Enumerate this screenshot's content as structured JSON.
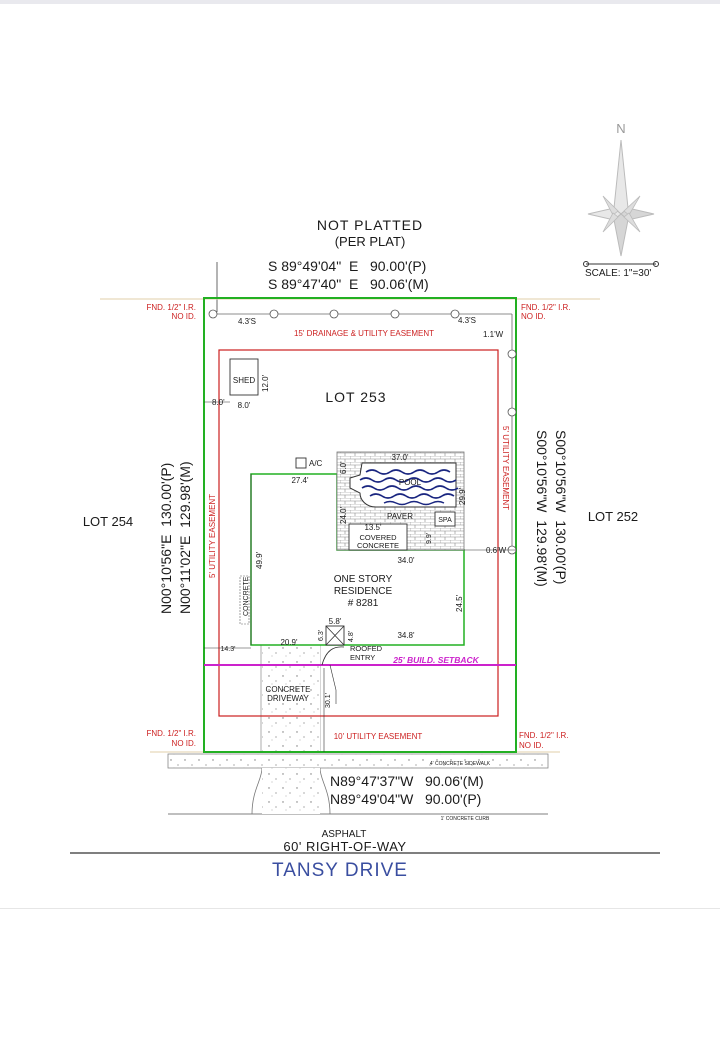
{
  "north": {
    "letter": "N",
    "scale": "SCALE: 1\"=30'"
  },
  "top": {
    "title": "NOT PLATTED",
    "subtitle": "(PER PLAT)",
    "bearing_p": "S 89°49'04\"  E   90.00'(P)",
    "bearing_m": "S 89°47'40\"  E   90.06'(M)",
    "drainage": "15' DRAINAGE & UTILITY EASEMENT",
    "left_offset": "4.3'S",
    "right_offset": "4.3'S",
    "right_w": "1.1'W"
  },
  "corners": {
    "tl_1": "FND. 1/2\" I.R.",
    "tl_2": "NO ID.",
    "tr_1": "FND. 1/2\" I.R.",
    "tr_2": "NO ID.",
    "bl_1": "FND. 1/2\" I.R.",
    "bl_2": "NO ID.",
    "br_1": "FND. 1/2\" I.R.",
    "br_2": "NO ID."
  },
  "lots": {
    "center": "LOT 253",
    "left": "LOT 254",
    "right": "LOT 252"
  },
  "left_side": {
    "bearing_p": "N00°10'56\"E  130.00'(P)",
    "bearing_m": "N00°11'02\"E  129.98'(M)",
    "easement": "5' UTILITY EASEMENT",
    "concrete": "CONCRETE"
  },
  "right_side": {
    "bearing_m": "S00°10'56\"W  129.98'(M)",
    "bearing_p": "S00°10'56\"W  130.00'(P)",
    "easement": "5' UTILITY EASEMENT",
    "offset": "0.6'W"
  },
  "shed": {
    "label": "SHED",
    "dim_h": "12.0'",
    "dim_w": "8.0'",
    "setback": "8.0'"
  },
  "ac": "A/C",
  "pool": {
    "label": "POOL",
    "paver": "PAVER",
    "spa": "SPA",
    "width": "37.0'",
    "depth": "29.9'",
    "gap": "6.0'"
  },
  "covered": {
    "line1": "COVERED",
    "line2": "CONCRETE",
    "width": "13.5'",
    "depth": "9.9'"
  },
  "house": {
    "line1": "ONE STORY",
    "line2": "RESIDENCE",
    "line3": "# 8281",
    "d_27_4": "27.4'",
    "d_24_0": "24.0'",
    "d_34_0": "34.0'",
    "d_49_9": "49.9'",
    "d_24_5": "24.5'",
    "d_34_8": "34.8'",
    "d_20_9": "20.9'",
    "d_14_3": "14.3'",
    "d_5_8": "5.8'",
    "d_6_3": "6.3'",
    "d_4_8": "4.8'"
  },
  "entry": {
    "line1": "ROOFED",
    "line2": "ENTRY"
  },
  "setback": "25' BUILD. SETBACK",
  "driveway": {
    "line1": "CONCRETE",
    "line2": "DRIVEWAY",
    "length": "30.1'"
  },
  "bottom": {
    "easement": "10' UTILITY EASEMENT",
    "sidewalk": "4' CONCRETE SIDEWALK",
    "bearing_m": "N89°47'37\"W   90.06'(M)",
    "bearing_p": "N89°49'04\"W   90.00'(P)",
    "curb": "1' CONCRETE CURB",
    "asphalt": "ASPHALT",
    "row": "60' RIGHT-OF-WAY",
    "street": "TANSY DRIVE"
  },
  "colors": {
    "lot_line": "#22b022",
    "easement": "#cc1f1f",
    "setback": "#cc22cc",
    "street": "#3a4ea0"
  }
}
